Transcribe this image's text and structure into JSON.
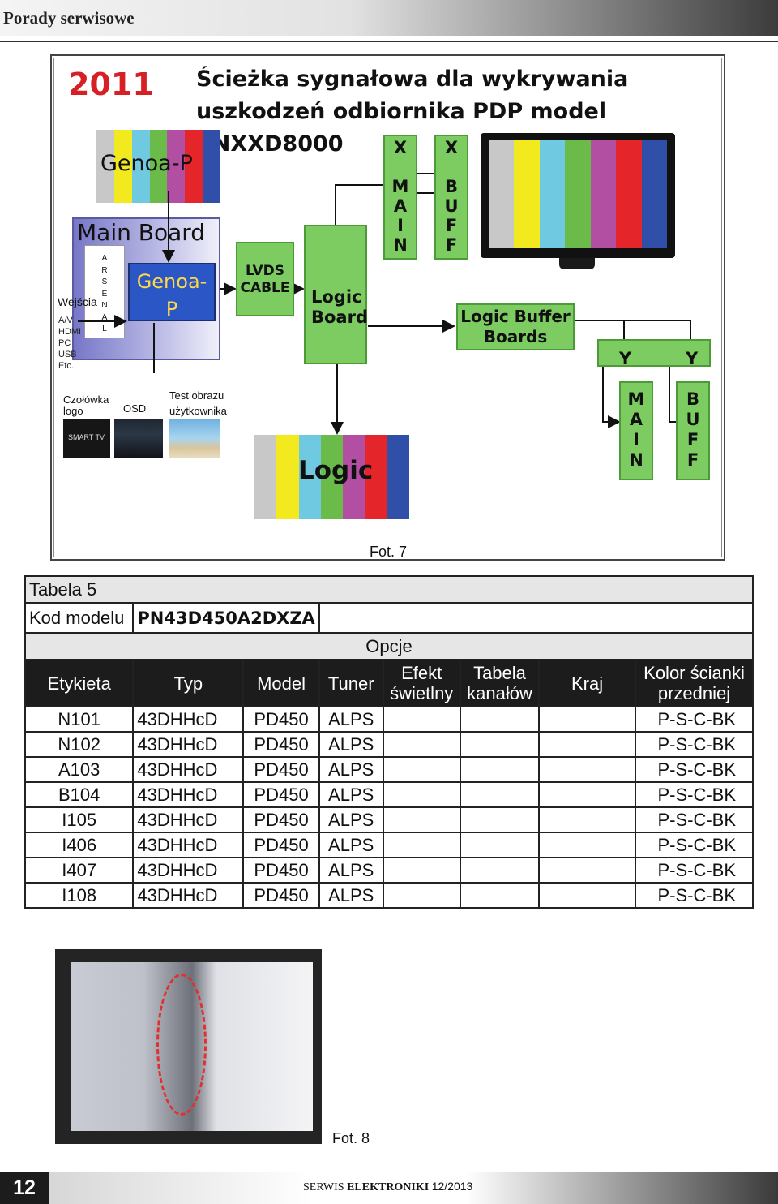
{
  "header": {
    "title": "Porady serwisowe"
  },
  "figure7": {
    "year": "2011",
    "title_line1": "Ścieżka sygnałowa dla wykrywania",
    "title_line2": "uszkodzeń odbiornika PDP model PNXXD8000",
    "genoa_top": "Genoa-P",
    "main_board": "Main Board",
    "arsenal": "A\nR\nS\nE\nN\nA\nL",
    "genoa_box": "Genoa-\nP",
    "wejscia": "Wejścia",
    "inputs": "A/V\nHDMI\nPC\nUSB\nEtc.",
    "lvds": "LVDS\nCABLE",
    "logic_board": "Logic\nBoard",
    "x_main": "X\n\nM\nA\nI\nN",
    "x_buff": "X\n\nB\nU\nF\nF",
    "logic_buffer": "Logic Buffer\nBoards",
    "y1": "Y",
    "y2": "Y",
    "y_main": "M\nA\nI\nN",
    "y_buff": "B\nU\nF\nF",
    "logic_pattern": "Logic",
    "captions": {
      "czolowka": "Czołówka\nlogo",
      "osd": "OSD",
      "test": "Test obrazu\nużytkownika",
      "smart": "SMART TV"
    },
    "colors": [
      "#c8c8c8",
      "#f2ea1f",
      "#6fc9e0",
      "#6abb4a",
      "#b24fa3",
      "#e4262a",
      "#2f4fa8"
    ],
    "caption": "Fot. 7"
  },
  "table5": {
    "caption": "Tabela 5",
    "kod_label": "Kod modelu",
    "kod_value": "PN43D450A2DXZA",
    "opcje": "Opcje",
    "headers": [
      "Etykieta",
      "Typ",
      "Model",
      "Tuner",
      "Efekt\nświetlny",
      "Tabela\nkanałów",
      "Kraj",
      "Kolor ścianki\nprzedniej"
    ],
    "rows": [
      [
        "N101",
        "43DHHcD",
        "PD450",
        "ALPS",
        "",
        "",
        "",
        "P-S-C-BK"
      ],
      [
        "N102",
        "43DHHcD",
        "PD450",
        "ALPS",
        "",
        "",
        "",
        "P-S-C-BK"
      ],
      [
        "A103",
        "43DHHcD",
        "PD450",
        "ALPS",
        "",
        "",
        "",
        "P-S-C-BK"
      ],
      [
        "B104",
        "43DHHcD",
        "PD450",
        "ALPS",
        "",
        "",
        "",
        "P-S-C-BK"
      ],
      [
        "I105",
        "43DHHcD",
        "PD450",
        "ALPS",
        "",
        "",
        "",
        "P-S-C-BK"
      ],
      [
        "I406",
        "43DHHcD",
        "PD450",
        "ALPS",
        "",
        "",
        "",
        "P-S-C-BK"
      ],
      [
        "I407",
        "43DHHcD",
        "PD450",
        "ALPS",
        "",
        "",
        "",
        "P-S-C-BK"
      ],
      [
        "I108",
        "43DHHcD",
        "PD450",
        "ALPS",
        "",
        "",
        "",
        "P-S-C-BK"
      ]
    ]
  },
  "figure8": {
    "caption": "Fot. 8"
  },
  "footer": {
    "page_number": "12",
    "journal_1": "SERWIS",
    "journal_2": "ELEKTRONIKI",
    "issue": "12/2013"
  }
}
